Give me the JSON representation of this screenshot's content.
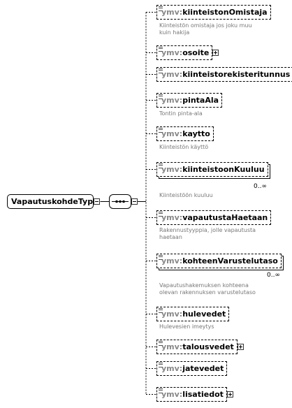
{
  "root": {
    "type_name": "VapautuskohdeType"
  },
  "sequence": {
    "compositor": "sequence"
  },
  "elements": [
    {
      "prefix": "ymv:",
      "name": "kiinteistonOmistaja",
      "doc": [
        "Kiinteistön omistaja jos joku muu",
        "kuin hakija"
      ],
      "occurs": "",
      "expandable": false
    },
    {
      "prefix": "ymv:",
      "name": "osoite",
      "doc": [],
      "occurs": "",
      "expandable": true
    },
    {
      "prefix": "ymv:",
      "name": "kiinteistorekisteritunnus",
      "doc": [],
      "occurs": "",
      "expandable": false
    },
    {
      "prefix": "ymv:",
      "name": "pintaAla",
      "doc": [
        "Tontin pinta-ala"
      ],
      "occurs": "",
      "expandable": false
    },
    {
      "prefix": "ymv:",
      "name": "kaytto",
      "doc": [
        "Kiinteistön käyttö"
      ],
      "occurs": "",
      "expandable": false
    },
    {
      "prefix": "ymv:",
      "name": "kiinteistoonKuuluu",
      "doc": [
        "Kiinteistöön kuuluu"
      ],
      "occurs": "0..∞",
      "expandable": false
    },
    {
      "prefix": "ymv:",
      "name": "vapautustaHaetaan",
      "doc": [
        "Rakennustyyppia, jolle vapautusta",
        "haetaan"
      ],
      "occurs": "",
      "expandable": false
    },
    {
      "prefix": "ymv:",
      "name": "kohteenVarustelutaso",
      "doc": [
        "Vapautushakemuksen kohteena",
        "olevan rakennuksen varustelutaso"
      ],
      "occurs": "0..∞",
      "expandable": false
    },
    {
      "prefix": "ymv:",
      "name": "hulevedet",
      "doc": [
        "Hulevesien imeytys"
      ],
      "occurs": "",
      "expandable": false
    },
    {
      "prefix": "ymv:",
      "name": "talousvedet",
      "doc": [],
      "occurs": "",
      "expandable": true
    },
    {
      "prefix": "ymv:",
      "name": "jatevedet",
      "doc": [],
      "occurs": "",
      "expandable": false
    },
    {
      "prefix": "ymv:",
      "name": "lisatiedot",
      "doc": [],
      "occurs": "",
      "expandable": true
    }
  ]
}
